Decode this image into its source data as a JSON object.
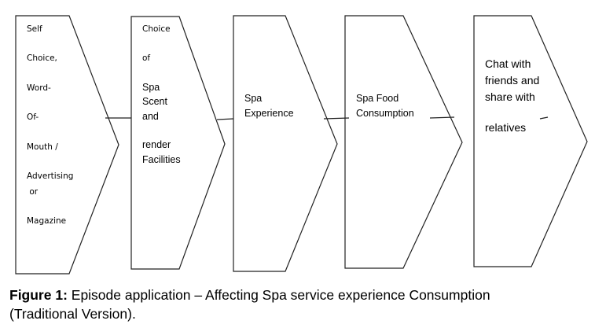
{
  "steps": [
    {
      "lines": [
        "Self",
        "Choice,",
        "Word-",
        "Of-",
        "Mouth /",
        "Advertising",
        " or",
        "Magazine"
      ]
    },
    {
      "lines": [
        "Choice",
        "of",
        "Spa",
        "Scent",
        "and",
        "render",
        "Facilities"
      ]
    },
    {
      "lines": [
        "Spa",
        "Experience"
      ]
    },
    {
      "lines": [
        "Spa Food",
        "Consumption"
      ]
    },
    {
      "lines": [
        "Chat with",
        "friends and",
        "share with",
        "relatives"
      ]
    }
  ],
  "caption": {
    "label": "Figure 1:",
    "text": " Episode application – Affecting Spa service experience Consumption",
    "line2": "(Traditional Version)."
  }
}
